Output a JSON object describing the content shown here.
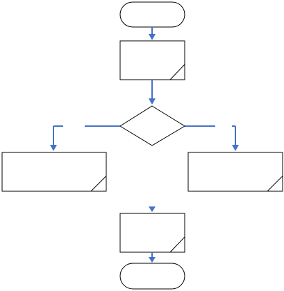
{
  "diagram": {
    "type": "flowchart",
    "connector_color": "#4472c4",
    "shape_stroke_color": "#000000",
    "nodes": [
      {
        "id": "start",
        "shape": "terminator",
        "label": ""
      },
      {
        "id": "process-1",
        "shape": "process",
        "label": ""
      },
      {
        "id": "decision",
        "shape": "decision",
        "label": ""
      },
      {
        "id": "process-left",
        "shape": "process",
        "label": ""
      },
      {
        "id": "process-right",
        "shape": "process",
        "label": ""
      },
      {
        "id": "process-bottom",
        "shape": "process",
        "label": ""
      },
      {
        "id": "end",
        "shape": "terminator",
        "label": ""
      }
    ],
    "edges": [
      {
        "from": "start",
        "to": "process-1"
      },
      {
        "from": "process-1",
        "to": "decision"
      },
      {
        "from": "decision",
        "to": "process-left"
      },
      {
        "from": "decision",
        "to": "process-right"
      },
      {
        "from": "process-bottom",
        "to": "end"
      }
    ]
  }
}
